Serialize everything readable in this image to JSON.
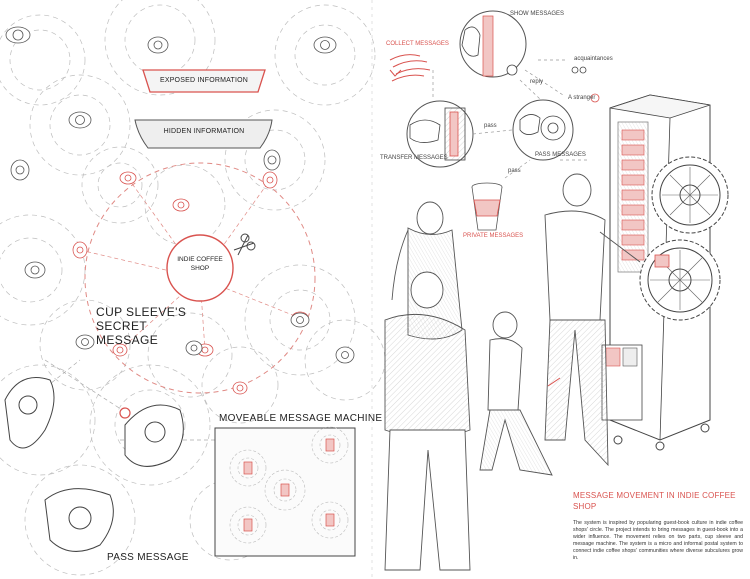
{
  "left_diagram": {
    "exposed_label": "EXPOSED INFORMATION",
    "hidden_label": "HIDDEN INFORMATION",
    "center_label": "INDIE COFFEE SHOP",
    "main_title": "CUP SLEEVE'S SECRET MESSAGE",
    "machine_title": "MOVEABLE MESSAGE MACHINE",
    "pass_label": "PASS MESSAGE"
  },
  "right_diagram": {
    "collect": "COLLECT MESSAGES",
    "show": "SHOW MESSAGES",
    "acquaintances": "acquaintances",
    "reply": "reply",
    "stranger": "A stranger",
    "pass_short": "pass",
    "transfer": "TRANSFER MESSAGES",
    "pass_messages": "PASS MESSAGES",
    "pass_short2": "pass",
    "private": "PRIVATE MESSAGES"
  },
  "description": {
    "title": "MESSAGE MOVEMENT IN INDIE COFFEE SHOP",
    "body": "The system is inspired by popularing guest-book culture in indie coffee shops' circle. The project intends to bring messages in guest-book into a wider influence. The movement relies on two parts, cup sleeve and message machine. The system is a micro and informal postal system to connect indie coffee shops' communities where diverse subculures grow in."
  },
  "colors": {
    "accent": "#d9534f",
    "line": "#999999",
    "ink": "#333333"
  }
}
